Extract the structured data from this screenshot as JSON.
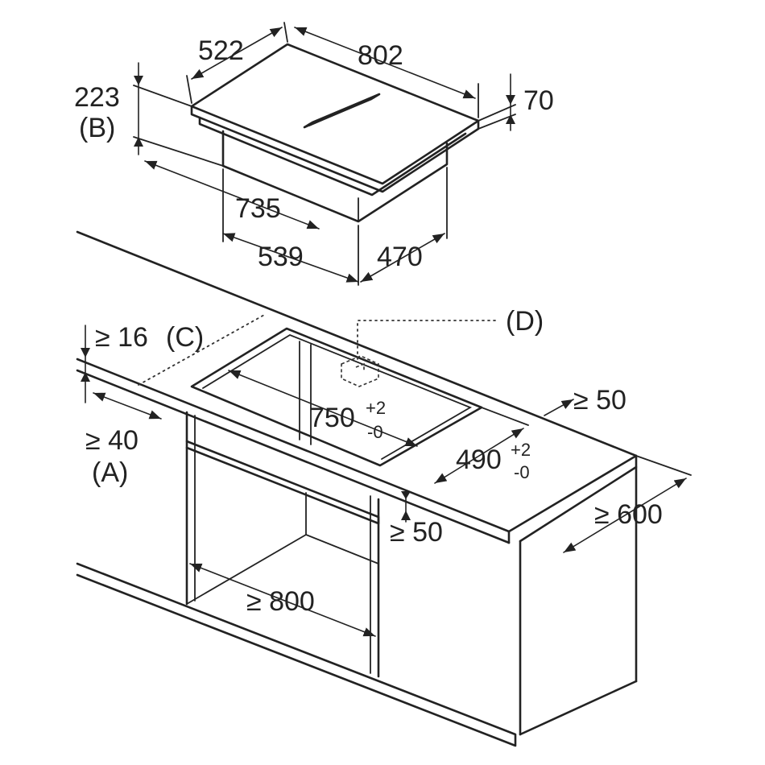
{
  "hob": {
    "width": "802",
    "depth": "522",
    "height": "70",
    "total_depth": "223",
    "cutout_width": "735",
    "body_width": "539",
    "body_depth": "470"
  },
  "refs": {
    "b": "(B)",
    "a": "(A)",
    "c": "(C)",
    "d": "(D)"
  },
  "worktop": {
    "thickness_min": "≥ 16",
    "front_min": "≥ 40",
    "rear_min": "≥ 50",
    "depth_min": "≥ 600",
    "cabinet_gap_min": "≥ 50",
    "cabinet_width_min": "≥ 800",
    "cutout_width": "750",
    "cutout_depth": "490",
    "tol_plus": "+2",
    "tol_minus": "-0"
  }
}
